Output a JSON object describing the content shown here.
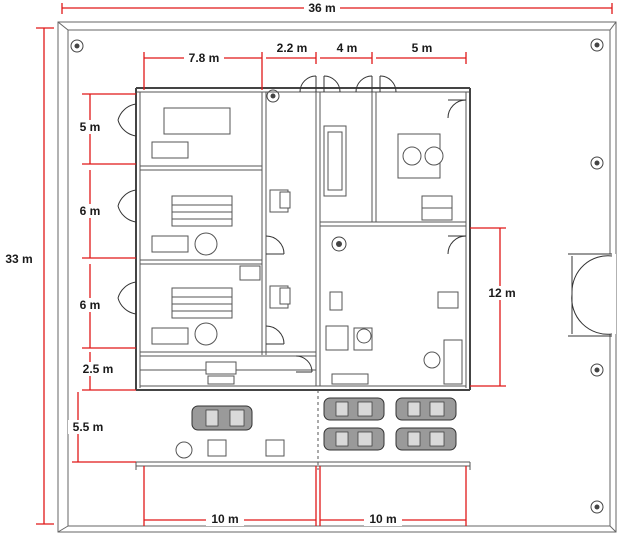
{
  "dimensions": {
    "total_width": "36 m",
    "total_height": "33 m",
    "room_width_left": "7.8 m",
    "corridor_width": "2.2 m",
    "hall_width": "4 m",
    "office_width": "5 m",
    "room1_height": "5 m",
    "room2_height": "6 m",
    "room3_height": "6 m",
    "strip_height": "2.5 m",
    "parking_depth": "5.5 m",
    "right_block_height": "12 m",
    "bottom_left_width": "10 m",
    "bottom_right_width": "10 m"
  },
  "colors": {
    "dimension_line": "#e01818",
    "wall": "#555555",
    "car": "#9a9a9a"
  }
}
